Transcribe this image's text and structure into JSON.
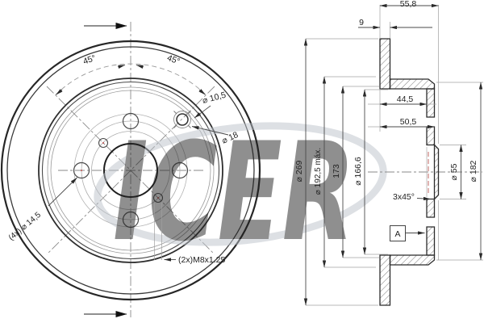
{
  "drawing": {
    "watermark": "ICER",
    "front_view": {
      "angle_left": "45°",
      "angle_right": "45°",
      "pin_hole_dia": "⌀ 10,5",
      "pin_boss_dia": "⌀ 18",
      "bolt_holes": "(4x) ⌀ 14,5",
      "thread_holes": "(2x)M8x1.25"
    },
    "section_view": {
      "overall_height": "55,8",
      "disc_thickness": "9",
      "inner_depth": "44,5",
      "outer_depth": "50,5",
      "outer_dia": "⌀ 269",
      "friction_inner_dia": "⌀ 192,5 máx.",
      "hat_step_dia": "173",
      "hat_inner_dia": "⌀ 166,6",
      "chamfer": "3x45°",
      "datum_label": "A",
      "center_bore_dia": "⌀ 55",
      "flange_dia": "⌀ 182"
    },
    "colors": {
      "line": "#2b2b2b",
      "dim_line": "#4a4a4a",
      "light_line": "#a0a0a0",
      "watermark": "#b8bec7",
      "accent_red": "#c0504d"
    }
  }
}
